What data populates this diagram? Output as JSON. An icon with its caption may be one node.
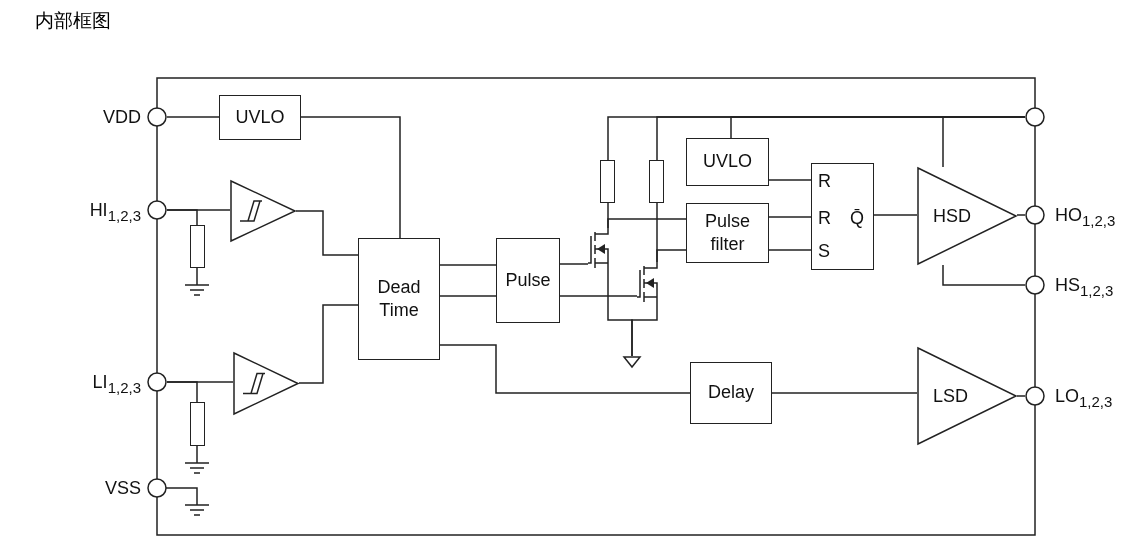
{
  "diagram": {
    "title": "内部框图",
    "nodes": [
      {
        "text": [
          "VDD"
        ]
      },
      {
        "text": [
          "UVLO"
        ]
      },
      {
        "text": [
          "HI$_{1,2,3}$"
        ]
      },
      {
        "text": [],
        "shape": "triangle"
      },
      {
        "text": [],
        "shape": "resistor"
      },
      {
        "text": [
          "Dead Time"
        ]
      },
      {
        "text": [
          "LI$_{1,2,3}$"
        ]
      },
      {
        "text": [],
        "shape": "triangle"
      },
      {
        "text": [],
        "shape": "resistor"
      },
      {
        "text": [
          "VSS"
        ]
      },
      {
        "text": [
          "Pulse"
        ]
      },
      {
        "text": [],
        "shape": "transistor"
      },
      {
        "text": [],
        "shape": "transistor"
      },
      {
        "text": [],
        "shape": "resistor"
      },
      {
        "text": [],
        "shape": "resistor"
      },
      {
        "text": [
          "UVLO"
        ]
      },
      {
        "text": [
          "Pulse filter"
        ]
      },
      {
        "text": [
          "R",
          "R",
          "Q̄",
          "S"
        ]
      },
      {
        "text": [
          "HSD"
        ]
      },
      {
        "text": [],
        "shape": "circle"
      },
      {
        "text": [
          "HO$_{1,2,3}$"
        ]
      },
      {
        "text": [
          "HS$_{1,2,3}$"
        ]
      },
      {
        "text": [
          "Delay"
        ]
      },
      {
        "text": [
          "LSD"
        ]
      },
      {
        "text": [
          "LO$_{1,2,3}$"
        ]
      },
      {
        "text": [],
        "shape": "ground"
      }
    ],
    "edges": [
      {
        "from": 0,
        "to": 1,
        "arrow": "none"
      },
      {
        "from": 1,
        "to": 5,
        "arrow": "none"
      },
      {
        "from": 2,
        "to": 3,
        "arrow": "none"
      },
      {
        "from": 2,
        "to": 4,
        "arrow": "none"
      },
      {
        "from": 3,
        "to": 5,
        "arrow": "none"
      },
      {
        "from": 6,
        "to": 7,
        "arrow": "none"
      },
      {
        "from": 6,
        "to": 8,
        "arrow": "none"
      },
      {
        "from": 7,
        "to": 5,
        "arrow": "none"
      },
      {
        "from": 5,
        "to": 10,
        "arrow": "none"
      },
      {
        "from": 5,
        "to": 10,
        "arrow": "none"
      },
      {
        "from": 5,
        "to": 22,
        "arrow": "none"
      },
      {
        "from": 10,
        "to": 11,
        "arrow": "none"
      },
      {
        "from": 10,
        "to": 12,
        "arrow": "none"
      },
      {
        "from": 19,
        "to": 13,
        "arrow": "none"
      },
      {
        "from": 19,
        "to": 14,
        "arrow": "none"
      },
      {
        "from": 19,
        "to": 15,
        "arrow": "none"
      },
      {
        "from": 19,
        "to": 18,
        "arrow": "none"
      },
      {
        "from": 13,
        "to": 11,
        "arrow": "none"
      },
      {
        "from": 11,
        "to": 16,
        "arrow": "none"
      },
      {
        "from": 14,
        "to": 12,
        "arrow": "none"
      },
      {
        "from": 12,
        "to": 16,
        "arrow": "none"
      },
      {
        "from": 15,
        "to": 17,
        "arrow": "none"
      },
      {
        "from": 16,
        "to": 17,
        "arrow": "none"
      },
      {
        "from": 16,
        "to": 17,
        "arrow": "none"
      },
      {
        "from": 17,
        "to": 18,
        "arrow": "none"
      },
      {
        "from": 18,
        "to": 20,
        "arrow": "none"
      },
      {
        "from": 18,
        "to": 21,
        "arrow": "none"
      },
      {
        "from": 22,
        "to": 23,
        "arrow": "none"
      },
      {
        "from": 23,
        "to": 24,
        "arrow": "none"
      },
      {
        "from": 11,
        "to": 25,
        "arrow": "none"
      },
      {
        "from": 12,
        "to": 25,
        "arrow": "none"
      }
    ]
  }
}
